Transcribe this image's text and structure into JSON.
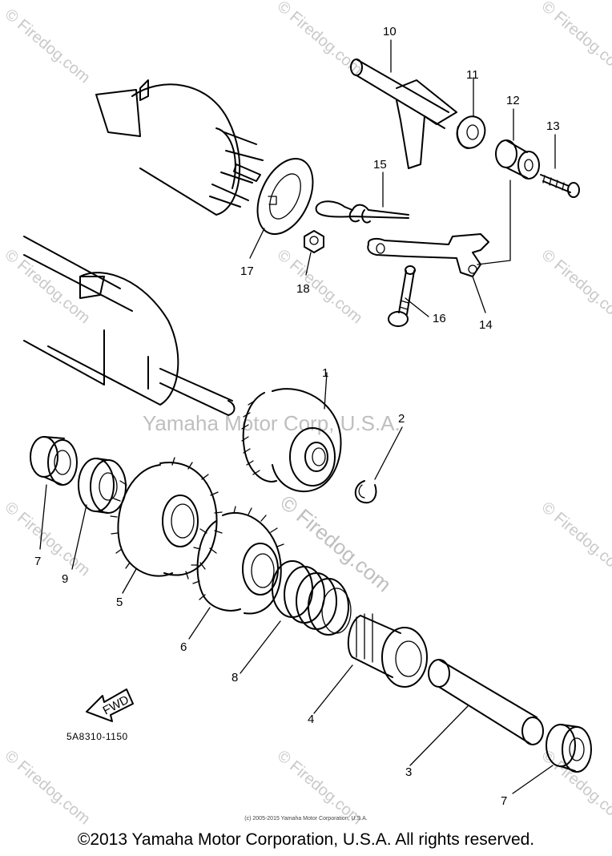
{
  "watermarks": {
    "firedog": "© Firedog.com",
    "yamaha": "Yamaha Motor Corp, U.S.A."
  },
  "parts": [
    {
      "id": "p1",
      "label": "1"
    },
    {
      "id": "p2",
      "label": "2"
    },
    {
      "id": "p3",
      "label": "3"
    },
    {
      "id": "p4",
      "label": "4"
    },
    {
      "id": "p5",
      "label": "5"
    },
    {
      "id": "p6",
      "label": "6"
    },
    {
      "id": "p7a",
      "label": "7"
    },
    {
      "id": "p7b",
      "label": "7"
    },
    {
      "id": "p8",
      "label": "8"
    },
    {
      "id": "p9",
      "label": "9"
    },
    {
      "id": "p10",
      "label": "10"
    },
    {
      "id": "p11",
      "label": "11"
    },
    {
      "id": "p12",
      "label": "12"
    },
    {
      "id": "p13",
      "label": "13"
    },
    {
      "id": "p14",
      "label": "14"
    },
    {
      "id": "p15",
      "label": "15"
    },
    {
      "id": "p16",
      "label": "16"
    },
    {
      "id": "p17",
      "label": "17"
    },
    {
      "id": "p18",
      "label": "18"
    }
  ],
  "fwd_arrow_label": "FWD",
  "drawing_code": "5A8310-1150",
  "small_copyright": "(c) 2005-2015 Yamaha Motor Corporation, U.S.A.",
  "copyright": "©2013 Yamaha Motor Corporation, U.S.A. All rights reserved."
}
